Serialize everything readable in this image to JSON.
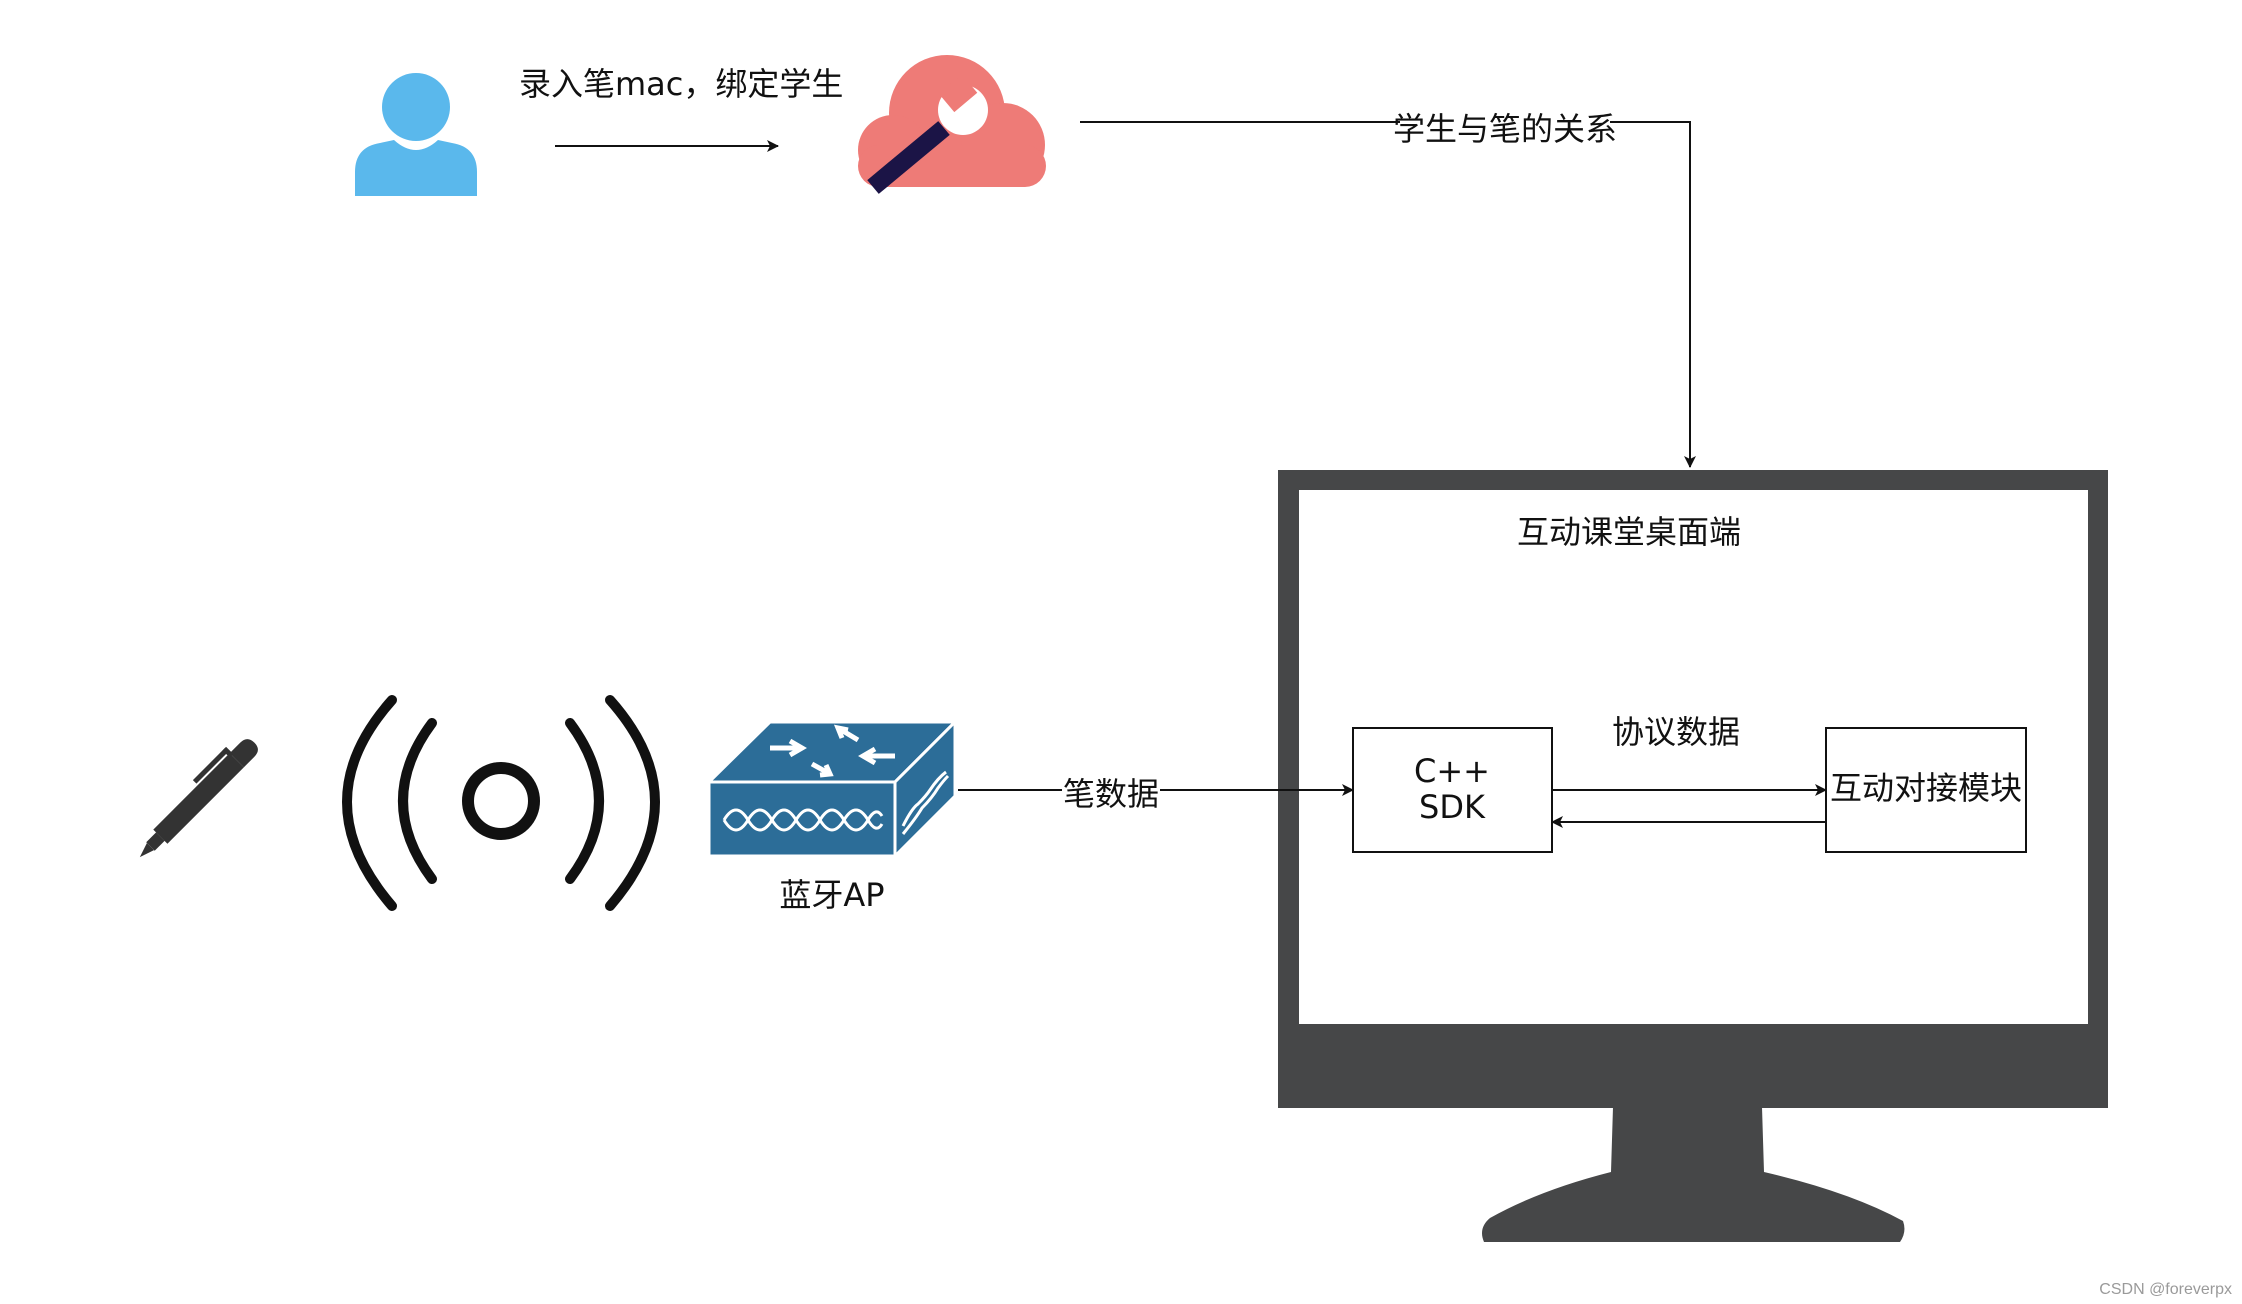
{
  "labels": {
    "enroll": "录入笔mac，绑定学生",
    "relation": "学生与笔的关系",
    "desktop_title": "互动课堂桌面端",
    "protocol": "协议数据",
    "sdk_line1": "C++",
    "sdk_line2": "SDK",
    "interaction_module": "互动对接模块",
    "pen_data": "笔数据",
    "bluetooth_ap": "蓝牙AP"
  },
  "watermark": "CSDN @foreverpx",
  "colors": {
    "user": "#5ab8ec",
    "cloud": "#ee7b77",
    "wrench_handle": "#1b1446",
    "switch": "#2c6d98",
    "monitor": "#464748",
    "line": "#111111"
  },
  "icons": {
    "user": "user-icon",
    "cloud": "cloud-wrench-icon",
    "pen": "pen-icon",
    "signal": "wireless-signal-icon",
    "switch": "switch-icon",
    "monitor": "monitor-icon"
  }
}
